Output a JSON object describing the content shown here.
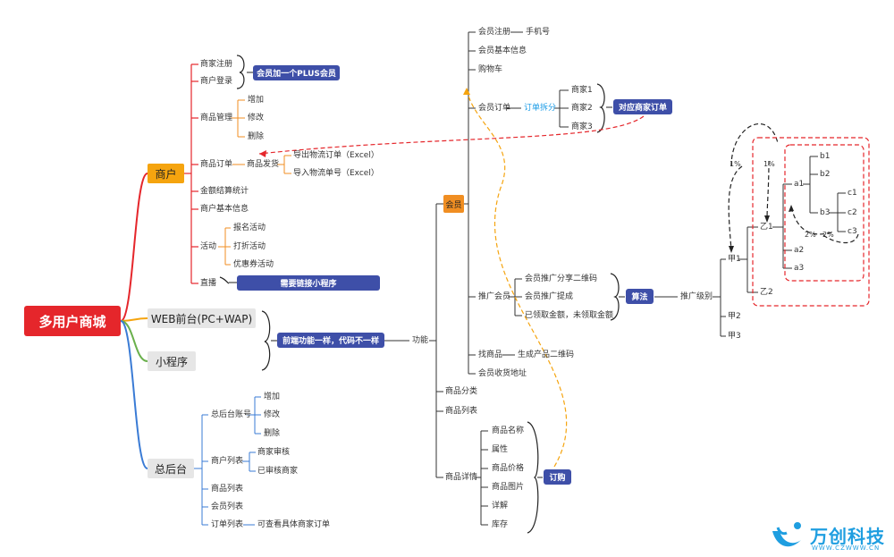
{
  "root": "多用户商城",
  "branches": {
    "merchant": {
      "label": "商户",
      "items": {
        "register": "商家注册",
        "login": "商户登录",
        "goods_mgmt": "商品管理",
        "goods_add": "增加",
        "goods_edit": "修改",
        "goods_del": "删除",
        "orders": "商品订单",
        "ship": "商品发货",
        "export": "导出物流订单（Excel）",
        "import": "导入物流单号（Excel）",
        "settle": "金额结算统计",
        "info": "商户基本信息",
        "activity": "活动",
        "act_signup": "报名活动",
        "act_discount": "打折活动",
        "act_coupon": "优惠券活动",
        "live": "直播"
      },
      "tag_plus": "会员加一个PLUS会员",
      "tag_mini": "需要链接小程序"
    },
    "web": {
      "label": "WEB前台(PC+WAP)"
    },
    "mini": {
      "label": "小程序"
    },
    "frontend_tag": "前端功能一样，代码不一样",
    "admin": {
      "label": "总后台",
      "items": {
        "account": "总后台账号",
        "acc_add": "增加",
        "acc_edit": "修改",
        "acc_del": "删除",
        "merchants": "商户列表",
        "m_review": "商家审核",
        "m_reviewed": "已审核商家",
        "goods": "商品列表",
        "members": "会员列表",
        "orders": "订单列表",
        "orders_note": "可查看具体商家订单"
      }
    }
  },
  "features": {
    "label": "功能",
    "member": {
      "label": "会员",
      "register": "会员注册",
      "phone": "手机号",
      "basic": "会员基本信息",
      "cart": "购物车",
      "order": "会员订单",
      "split": "订单拆分",
      "shop1": "商家1",
      "shop2": "商家2",
      "shop3": "商家3",
      "tag_order": "对应商家订单",
      "promote": "推广会员",
      "qr": "会员推广分享二维码",
      "commission": "会员推广提成",
      "amount": "已领取金额，未领取金额",
      "algo": "算法",
      "level": "推广级别",
      "find": "找商品",
      "gen_qr": "生成产品二维码",
      "address": "会员收货地址"
    },
    "category": "商品分类",
    "list": "商品列表",
    "detail": {
      "label": "商品详情",
      "name": "商品名称",
      "attr": "属性",
      "price": "商品价格",
      "image": "商品图片",
      "desc": "详解",
      "stock": "库存",
      "tag": "订购"
    }
  },
  "tree": {
    "jia1": "甲1",
    "jia2": "甲2",
    "jia3": "甲3",
    "yi1": "乙1",
    "yi2": "乙2",
    "a1": "a1",
    "a2": "a2",
    "a3": "a3",
    "b1": "b1",
    "b2": "b2",
    "b3": "b3",
    "c1": "c1",
    "c2": "c2",
    "c3": "c3",
    "p1": "1%",
    "p2": "1%",
    "p3": "2%",
    "p4": "2%"
  },
  "logo": {
    "name": "万创科技",
    "url": "WWW.CZWWW.CN"
  },
  "colors": {
    "red": "#e5262b",
    "orange": "#f5a40f",
    "green": "#6ab04c",
    "blue": "#3a7bd5",
    "tag": "#3e4fa8"
  }
}
